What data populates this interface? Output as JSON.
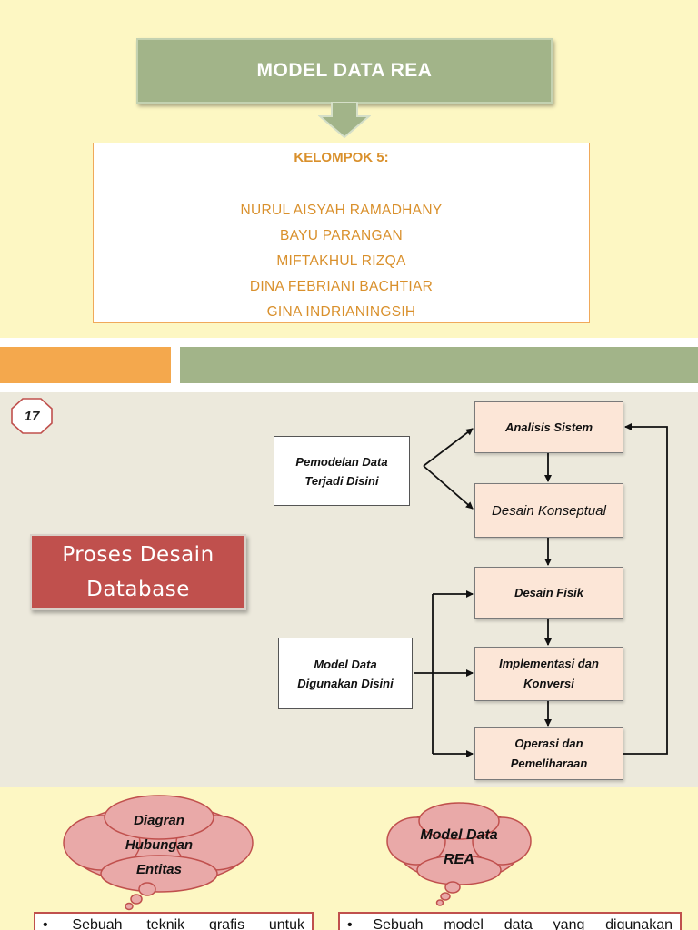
{
  "slide1": {
    "title": "MODEL DATA REA",
    "group_heading": "KELOMPOK 5:",
    "members": [
      "NURUL AISYAH RAMADHANY",
      "BAYU PARANGAN",
      "MIFTAKHUL RIZQA",
      "DINA FEBRIANI BACHTIAR",
      "GINA INDRIANINGSIH"
    ],
    "colors": {
      "background": "#fdf7c3",
      "banner": "#a2b489",
      "text_accent": "#d9902c"
    }
  },
  "separator": {
    "colors": {
      "left": "#f4a84d",
      "right": "#a2b489"
    }
  },
  "slide2": {
    "page_number": "17",
    "side_title_line1": "Proses Desain",
    "side_title_line2": "Database",
    "steps": [
      {
        "line1": "Analisis Sistem",
        "line2": ""
      },
      {
        "line1": "Desain Konseptual",
        "line2": ""
      },
      {
        "line1": "Desain Fisik",
        "line2": ""
      },
      {
        "line1": "Implementasi dan",
        "line2": "Konversi"
      },
      {
        "line1": "Operasi dan",
        "line2": "Pemeliharaan"
      }
    ],
    "note_top": {
      "line1": "Pemodelan Data",
      "line2": "Terjadi Disini"
    },
    "note_bottom": {
      "line1": "Model Data",
      "line2": "Digunakan Disini"
    },
    "colors": {
      "background": "#ece9dc",
      "step_fill": "#fce6d7",
      "title_fill": "#c0504d"
    }
  },
  "slide3": {
    "cloud_left": {
      "line1": "Diagran",
      "line2": "Hubungan",
      "line3": "Entitas"
    },
    "cloud_right": {
      "line1": "Model Data",
      "line2": "REA"
    },
    "desc_left": "• Sebuah teknik grafis untuk",
    "desc_right": "• Sebuah model data yang digunakan",
    "colors": {
      "cloud_fill": "#e9a9a8",
      "border": "#c0504d"
    }
  }
}
